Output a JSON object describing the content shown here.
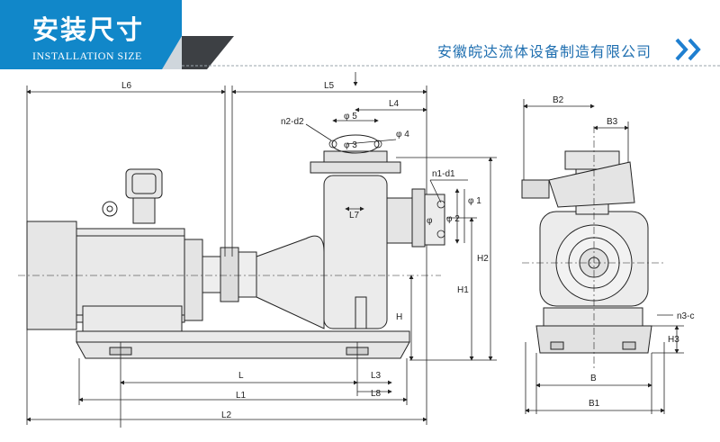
{
  "header": {
    "title": "安装尺寸",
    "subtitle": "INSTALLATION SIZE",
    "company": "安徽皖达流体设备制造有限公司",
    "accent_color": "#1187c9",
    "chevron_icon": "double-chevron-right-icon"
  },
  "labels": {
    "L6": "L6",
    "L5": "L5",
    "L4": "L4",
    "phi5": "φ 5",
    "phi3": "φ 3",
    "phi4": "φ 4",
    "n2d2": "n2-d2",
    "n1d1": "n1-d1",
    "phi1": "φ 1",
    "phi2": "φ 2",
    "phi_flange": "φ",
    "L7": "L7",
    "H": "H",
    "H1": "H1",
    "H2": "H2",
    "L": "L",
    "L1": "L1",
    "L2": "L2",
    "L3": "L3",
    "L8": "L8",
    "B2": "B2",
    "B3": "B3",
    "B": "B",
    "B1": "B1",
    "H3": "H3",
    "n3c": "n3-c"
  }
}
